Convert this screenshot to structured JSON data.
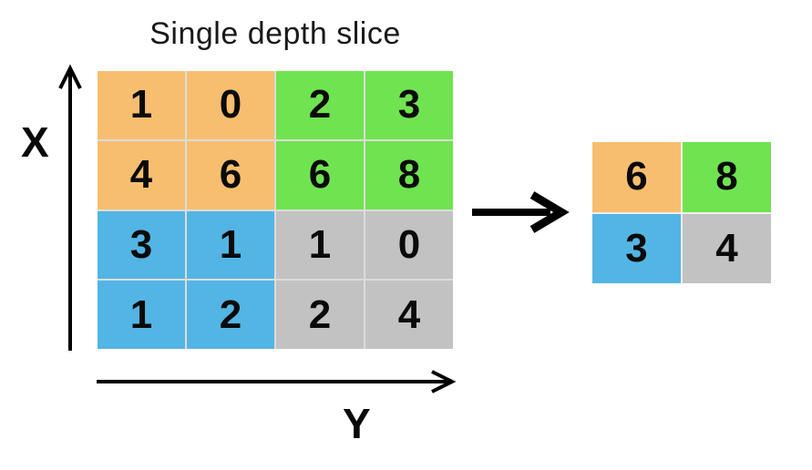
{
  "title": "Single depth slice",
  "axes": {
    "x_label": "X",
    "y_label": "Y"
  },
  "colors": {
    "orange": "#F7BE70",
    "green": "#70E351",
    "blue": "#53B5E3",
    "gray": "#C2C2C2",
    "grid_line_main": "#DCDCDC",
    "grid_line_out": "#EFEFEF",
    "text": "#111111",
    "arrow": "#000000",
    "background": "#FFFFFF"
  },
  "input_grid": {
    "rows": 4,
    "cols": 4,
    "cells": [
      {
        "value": "1",
        "color": "orange"
      },
      {
        "value": "0",
        "color": "orange"
      },
      {
        "value": "2",
        "color": "green"
      },
      {
        "value": "3",
        "color": "green"
      },
      {
        "value": "4",
        "color": "orange"
      },
      {
        "value": "6",
        "color": "orange"
      },
      {
        "value": "6",
        "color": "green"
      },
      {
        "value": "8",
        "color": "green"
      },
      {
        "value": "3",
        "color": "blue"
      },
      {
        "value": "1",
        "color": "blue"
      },
      {
        "value": "1",
        "color": "gray"
      },
      {
        "value": "0",
        "color": "gray"
      },
      {
        "value": "1",
        "color": "blue"
      },
      {
        "value": "2",
        "color": "blue"
      },
      {
        "value": "2",
        "color": "gray"
      },
      {
        "value": "4",
        "color": "gray"
      }
    ]
  },
  "output_grid": {
    "rows": 2,
    "cols": 2,
    "cells": [
      {
        "value": "6",
        "color": "orange"
      },
      {
        "value": "8",
        "color": "green"
      },
      {
        "value": "3",
        "color": "blue"
      },
      {
        "value": "4",
        "color": "gray"
      }
    ]
  }
}
